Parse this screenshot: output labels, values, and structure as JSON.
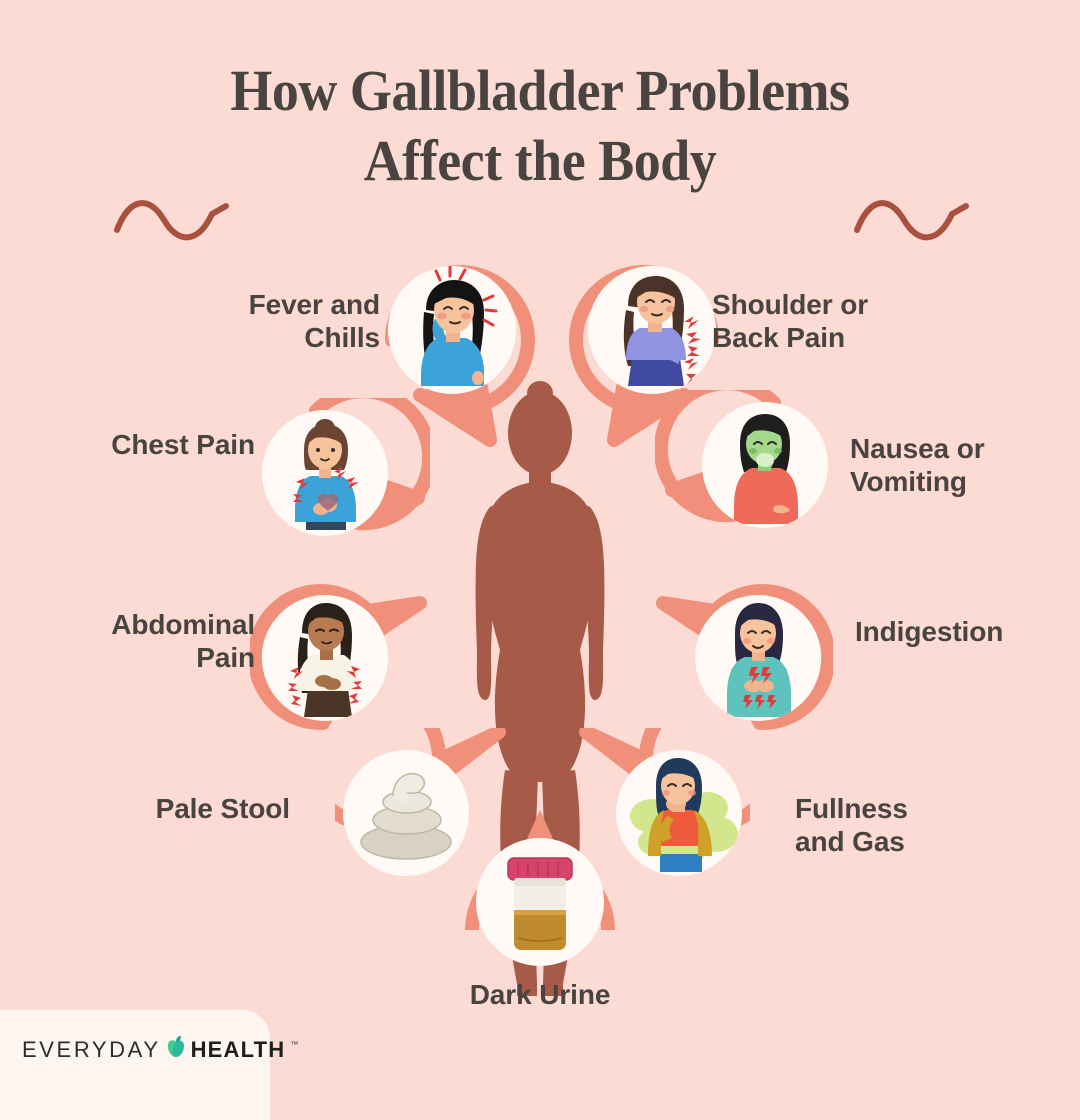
{
  "page": {
    "title": "How Gallbladder Problems\nAffect the Body",
    "background_color": "#fbdbd3",
    "accent_color": "#f0907a",
    "text_color": "#4a4440",
    "squiggle_color": "#a8513f",
    "silhouette_color": "#a85a48",
    "disc_color": "#fffaf6"
  },
  "symptoms": [
    {
      "id": "fever-and-chills",
      "label": "Fever and\nChills",
      "icon": "woman-with-fever-icon",
      "side": "left"
    },
    {
      "id": "shoulder-or-back-pain",
      "label": "Shoulder or\nBack Pain",
      "icon": "woman-with-shoulder-back-pain-icon",
      "side": "right"
    },
    {
      "id": "chest-pain",
      "label": "Chest Pain",
      "icon": "woman-clutching-chest-icon",
      "side": "left"
    },
    {
      "id": "nausea-or-vomiting",
      "label": "Nausea or\nVomiting",
      "icon": "woman-feeling-nauseous-icon",
      "side": "right"
    },
    {
      "id": "abdominal-pain",
      "label": "Abdominal\nPain",
      "icon": "woman-with-abdominal-pain-icon",
      "side": "left"
    },
    {
      "id": "indigestion",
      "label": "Indigestion",
      "icon": "woman-with-indigestion-icon",
      "side": "right"
    },
    {
      "id": "pale-stool",
      "label": "Pale Stool",
      "icon": "pale-stool-icon",
      "side": "left"
    },
    {
      "id": "fullness-and-gas",
      "label": "Fullness\nand Gas",
      "icon": "woman-with-gas-bloating-icon",
      "side": "right"
    },
    {
      "id": "dark-urine",
      "label": "Dark Urine",
      "icon": "urine-sample-jar-icon",
      "side": "bottom"
    }
  ],
  "logo": {
    "word_one": "EVERYDAY",
    "word_two": "HEALTH",
    "trademark": "™",
    "apple_icon": "green-apple-icon",
    "apple_color": "#2fb8a0"
  }
}
